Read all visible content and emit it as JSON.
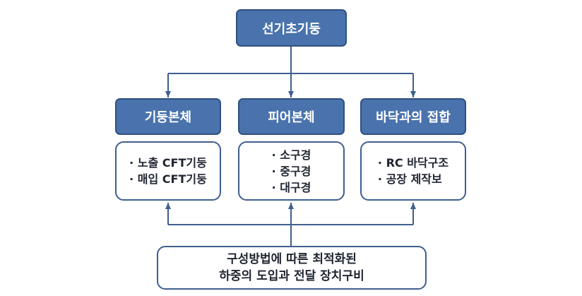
{
  "top": "선기초기둥",
  "columns": [
    {
      "title": "기둥본체",
      "items": [
        "노출 CFT기둥",
        "매입 CFT기둥"
      ]
    },
    {
      "title": "피어본체",
      "items": [
        "소구경",
        "중구경",
        "대구경"
      ]
    },
    {
      "title": "바닥과의 접합",
      "items": [
        "RC 바닥구조",
        "공장 제작보"
      ]
    }
  ],
  "bottom": {
    "line1": "구성방법에 따른 최적화된",
    "line2": "하중의 도입과 전달 장치구비"
  },
  "colors": {
    "box_fill": "#4a73ad",
    "box_border": "#2f5180",
    "line": "#3e5f8f"
  }
}
